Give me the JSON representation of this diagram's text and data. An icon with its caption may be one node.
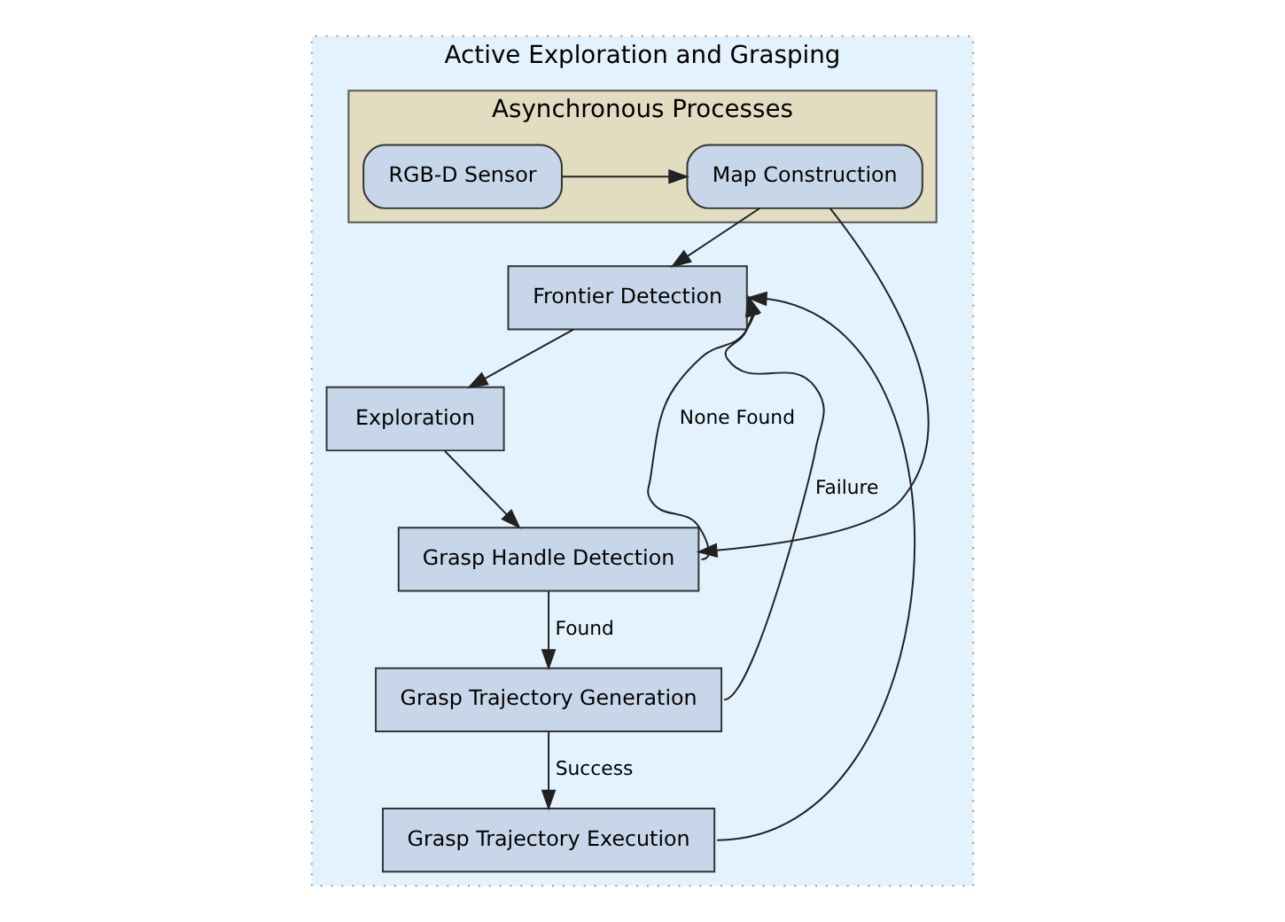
{
  "diagram": {
    "nodes": [
      {
        "text": [
          "Active Exploration and Grasping"
        ]
      },
      {
        "text": [
          "Asynchronous Processes"
        ],
        "in": 0
      },
      {
        "text": [
          "RGB-D Sensor"
        ],
        "in": 1
      },
      {
        "text": [
          "Map Construction"
        ],
        "in": 1
      },
      {
        "text": [
          "Frontier Detection"
        ],
        "in": 0
      },
      {
        "text": [
          "Exploration"
        ],
        "in": 0
      },
      {
        "text": [
          "Grasp Handle Detection"
        ],
        "in": 0
      },
      {
        "text": [
          "Grasp Trajectory Generation"
        ],
        "in": 0
      },
      {
        "text": [
          "Grasp Trajectory Execution"
        ],
        "in": 0
      }
    ],
    "edges": [
      {
        "from": 2,
        "to": 3,
        "arrow": "to"
      },
      {
        "from": 3,
        "to": 4,
        "arrow": "to"
      },
      {
        "from": 3,
        "to": 6,
        "arrow": "to"
      },
      {
        "from": 4,
        "to": 5,
        "arrow": "to"
      },
      {
        "from": 5,
        "to": 6,
        "arrow": "to"
      },
      {
        "from": 6,
        "to": 4,
        "arrow": "to",
        "label": "None Found"
      },
      {
        "from": 6,
        "to": 7,
        "arrow": "to",
        "label": "Found"
      },
      {
        "from": 7,
        "to": 4,
        "arrow": "to",
        "label": "Failure"
      },
      {
        "from": 7,
        "to": 8,
        "arrow": "to",
        "label": "Success"
      },
      {
        "from": 8,
        "to": 4,
        "arrow": "to"
      }
    ]
  }
}
